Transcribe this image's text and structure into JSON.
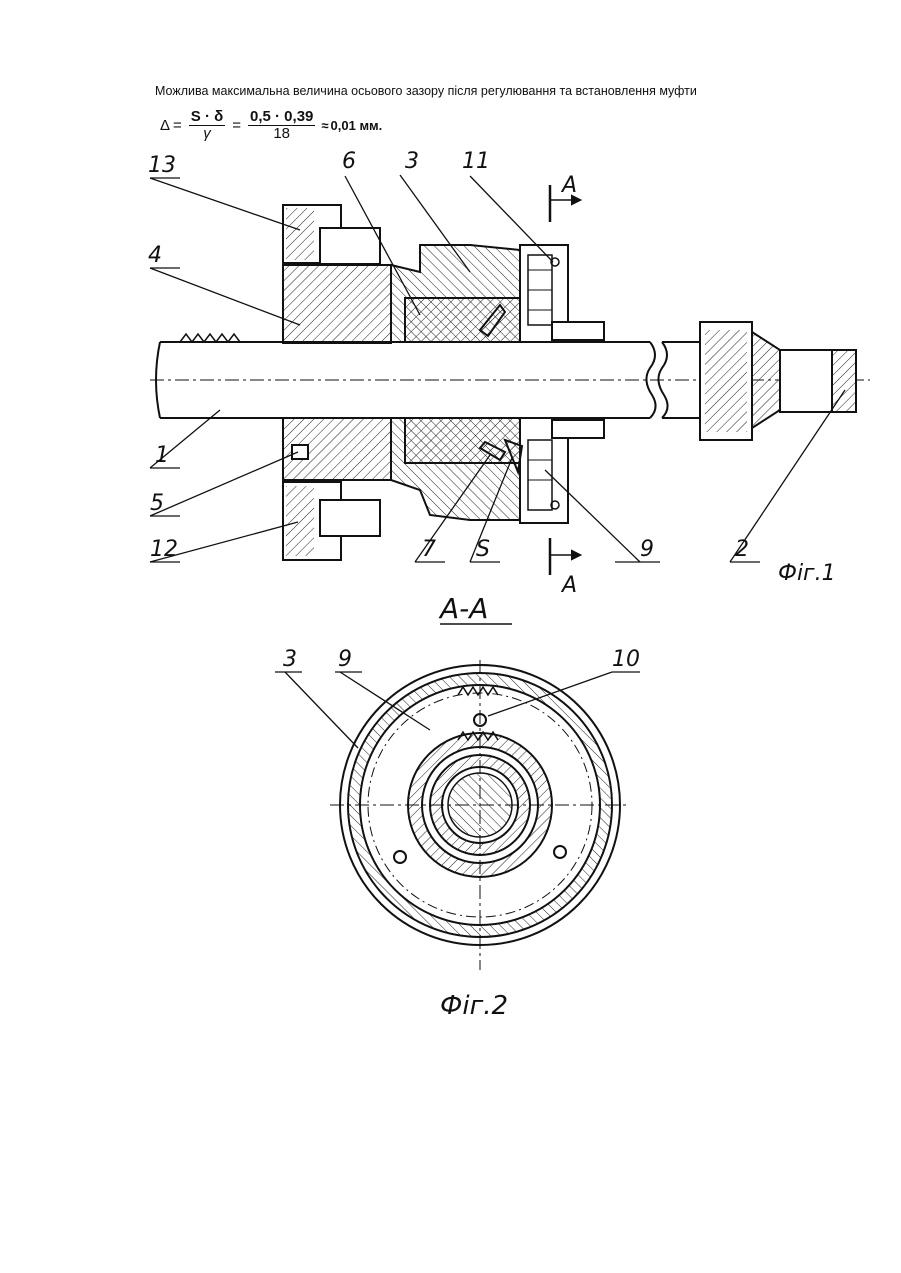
{
  "intro_text": "Можлива максимальна величина осьового зазору після регулювання та встановлення муфти",
  "formula": {
    "lhs": "Δ",
    "eq": "=",
    "f1_num": "S · δ",
    "f1_den": "γ",
    "f2_num": "0,5 · 0,39",
    "f2_den": "18",
    "approx": "≈",
    "result": "0,01 мм."
  },
  "figure1": {
    "caption": "Фіг.1",
    "section_mark": "A",
    "callouts": [
      "13",
      "6",
      "3",
      "11",
      "4",
      "1",
      "5",
      "12",
      "7",
      "S",
      "9",
      "2"
    ]
  },
  "figure2": {
    "section_title": "A-A",
    "caption": "Фіг.2",
    "callouts": [
      "3",
      "9",
      "10"
    ]
  }
}
